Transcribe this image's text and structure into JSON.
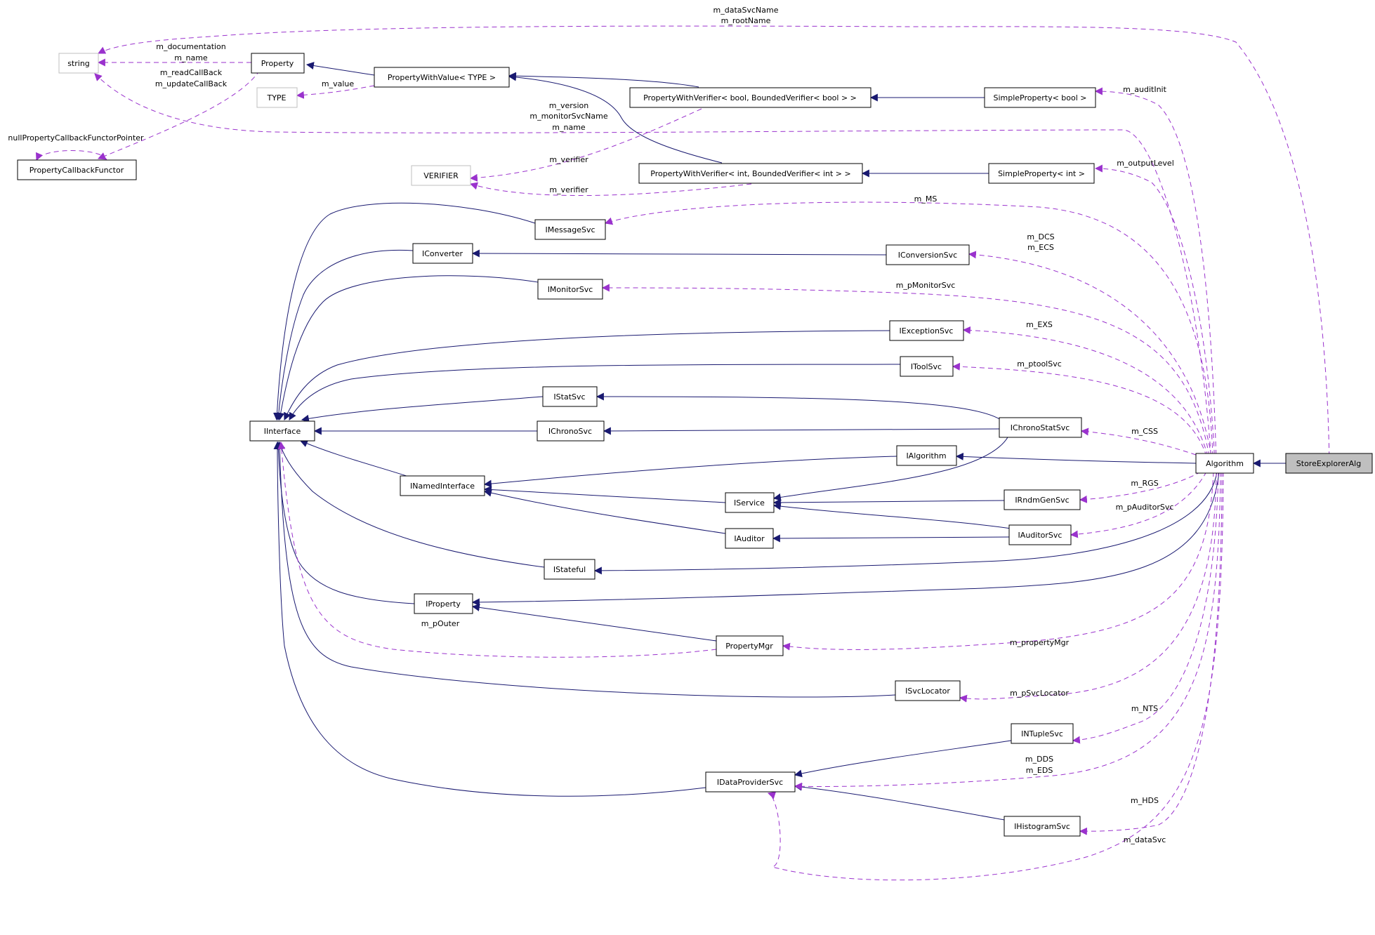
{
  "colors": {
    "inheritance_edge": "#191970",
    "usage_edge": "#9a32cd",
    "focus_node_fill": "#bfbfbf",
    "muted_node_border": "#bfbfbf"
  },
  "nodes": [
    {
      "id": "string",
      "label": "string",
      "style": "muted"
    },
    {
      "id": "Property",
      "label": "Property"
    },
    {
      "id": "PropertyWithValue",
      "label": "PropertyWithValue< TYPE >"
    },
    {
      "id": "TYPE",
      "label": "TYPE",
      "style": "muted"
    },
    {
      "id": "PropertyCallbackFunctor",
      "label": "PropertyCallbackFunctor"
    },
    {
      "id": "VERIFIER",
      "label": "VERIFIER",
      "style": "muted"
    },
    {
      "id": "PWVbool",
      "label": "PropertyWithVerifier< bool, BoundedVerifier< bool > >"
    },
    {
      "id": "PWVint",
      "label": "PropertyWithVerifier< int, BoundedVerifier< int > >"
    },
    {
      "id": "SPbool",
      "label": "SimpleProperty< bool >"
    },
    {
      "id": "SPint",
      "label": "SimpleProperty< int >"
    },
    {
      "id": "IMessageSvc",
      "label": "IMessageSvc"
    },
    {
      "id": "IConverter",
      "label": "IConverter"
    },
    {
      "id": "IConversionSvc",
      "label": "IConversionSvc"
    },
    {
      "id": "IMonitorSvc",
      "label": "IMonitorSvc"
    },
    {
      "id": "IExceptionSvc",
      "label": "IExceptionSvc"
    },
    {
      "id": "IToolSvc",
      "label": "IToolSvc"
    },
    {
      "id": "IStatSvc",
      "label": "IStatSvc"
    },
    {
      "id": "IInterface",
      "label": "IInterface"
    },
    {
      "id": "IChronoSvc",
      "label": "IChronoSvc"
    },
    {
      "id": "IChronoStatSvc",
      "label": "IChronoStatSvc"
    },
    {
      "id": "IAlgorithm",
      "label": "IAlgorithm"
    },
    {
      "id": "Algorithm",
      "label": "Algorithm"
    },
    {
      "id": "StoreExplorerAlg",
      "label": "StoreExplorerAlg",
      "style": "focus"
    },
    {
      "id": "INamedInterface",
      "label": "INamedInterface"
    },
    {
      "id": "IService",
      "label": "IService"
    },
    {
      "id": "IRndmGenSvc",
      "label": "IRndmGenSvc"
    },
    {
      "id": "IAuditor",
      "label": "IAuditor"
    },
    {
      "id": "IAuditorSvc",
      "label": "IAuditorSvc"
    },
    {
      "id": "IStateful",
      "label": "IStateful"
    },
    {
      "id": "IProperty",
      "label": "IProperty"
    },
    {
      "id": "PropertyMgr",
      "label": "PropertyMgr"
    },
    {
      "id": "ISvcLocator",
      "label": "ISvcLocator"
    },
    {
      "id": "INTupleSvc",
      "label": "INTupleSvc"
    },
    {
      "id": "IDataProviderSvc",
      "label": "IDataProviderSvc"
    },
    {
      "id": "IHistogramSvc",
      "label": "IHistogramSvc"
    }
  ],
  "edge_labels": [
    {
      "id": "dataSvcName",
      "text": "m_dataSvcName"
    },
    {
      "id": "rootName",
      "text": "m_rootName"
    },
    {
      "id": "documentation",
      "text": "m_documentation"
    },
    {
      "id": "name1",
      "text": "m_name"
    },
    {
      "id": "readCallBack",
      "text": "m_readCallBack"
    },
    {
      "id": "updateCallBack",
      "text": "m_updateCallBack"
    },
    {
      "id": "value",
      "text": "m_value"
    },
    {
      "id": "nullPtr",
      "text": "nullPropertyCallbackFunctorPointer"
    },
    {
      "id": "version",
      "text": "m_version"
    },
    {
      "id": "monitorSvcName",
      "text": "m_monitorSvcName"
    },
    {
      "id": "name2",
      "text": "m_name"
    },
    {
      "id": "verifier1",
      "text": "m_verifier"
    },
    {
      "id": "verifier2",
      "text": "m_verifier"
    },
    {
      "id": "auditInit",
      "text": "m_auditInit"
    },
    {
      "id": "outputLevel",
      "text": "m_outputLevel"
    },
    {
      "id": "MS",
      "text": "m_MS"
    },
    {
      "id": "DCS",
      "text": "m_DCS"
    },
    {
      "id": "ECS",
      "text": "m_ECS"
    },
    {
      "id": "pMonitorSvc",
      "text": "m_pMonitorSvc"
    },
    {
      "id": "EXS",
      "text": "m_EXS"
    },
    {
      "id": "ptoolSvc",
      "text": "m_ptoolSvc"
    },
    {
      "id": "CSS",
      "text": "m_CSS"
    },
    {
      "id": "RGS",
      "text": "m_RGS"
    },
    {
      "id": "pAuditorSvc",
      "text": "m_pAuditorSvc"
    },
    {
      "id": "pOuter",
      "text": "m_pOuter"
    },
    {
      "id": "propertyMgr",
      "text": "m_propertyMgr"
    },
    {
      "id": "pSvcLocator",
      "text": "m_pSvcLocator"
    },
    {
      "id": "NTS",
      "text": "m_NTS"
    },
    {
      "id": "DDS",
      "text": "m_DDS"
    },
    {
      "id": "EDS",
      "text": "m_EDS"
    },
    {
      "id": "HDS",
      "text": "m_HDS"
    },
    {
      "id": "dataSvc",
      "text": "m_dataSvc"
    }
  ]
}
